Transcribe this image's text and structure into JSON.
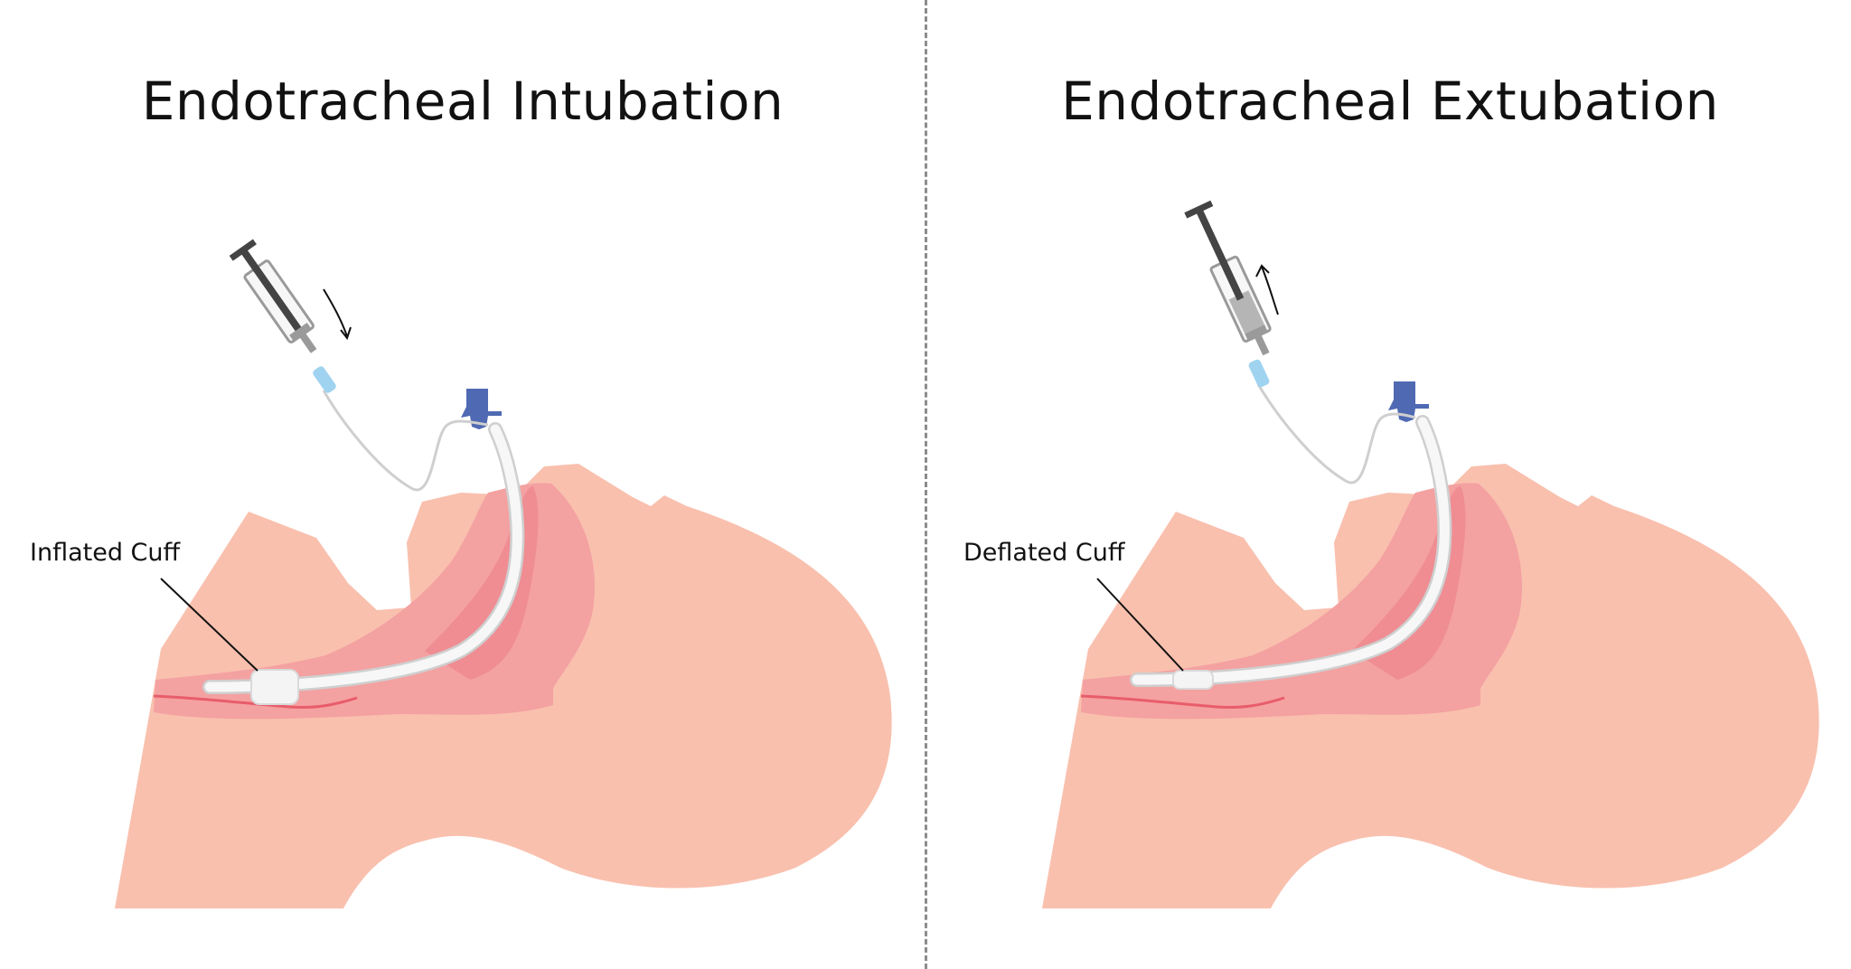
{
  "panels": [
    {
      "title": "Endotracheal Intubation",
      "callout": "Inflated Cuff",
      "state": "inflated"
    },
    {
      "title": "Endotracheal Extubation",
      "callout": "Deflated Cuff",
      "state": "deflated"
    }
  ],
  "colors": {
    "skin": "#f9c0ae",
    "tissue": "#f4a1a1",
    "tissue_dark": "#ef8d93",
    "vessel": "#e85d6a",
    "tube": "#f2f2f2",
    "tube_edge": "#cfcfcf",
    "connector": "#4f6ab3",
    "needle_hub": "#9fd3f0",
    "syringe_dark": "#444444",
    "syringe_grey": "#9a9a9a",
    "divider": "#8c8c8c"
  }
}
